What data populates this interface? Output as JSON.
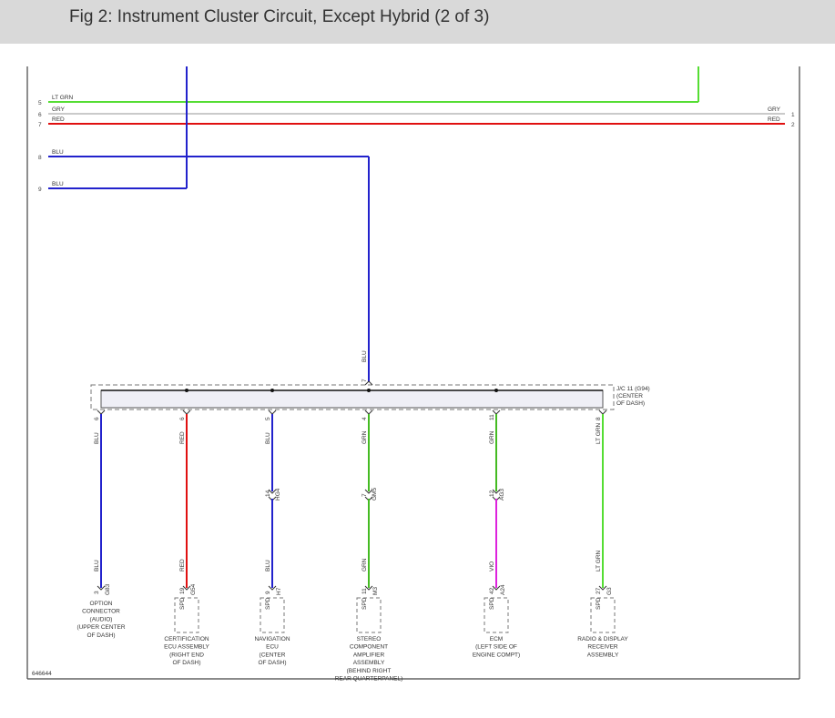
{
  "header": {
    "title": "Fig 2: Instrument Cluster Circuit, Except Hybrid (2 of 3)"
  },
  "colors": {
    "blu": "#2222cc",
    "red": "#e01010",
    "grn": "#44bb22",
    "lt_grn": "#55dd33",
    "vio": "#dd22dd",
    "gry": "#aaaaaa"
  },
  "top_wires": {
    "left_pins": [
      "5",
      "6",
      "7",
      "8",
      "9"
    ],
    "right_pins": [
      "1",
      "2"
    ],
    "labels": {
      "lt_grn": "LT GRN",
      "gry_left": "GRY",
      "red_left": "RED",
      "blu_8": "BLU",
      "blu_9": "BLU",
      "gry_right": "GRY",
      "red_right": "RED"
    }
  },
  "junction": {
    "name_lines": [
      "J/C 11 (G94)",
      "(CENTER",
      "OF DASH)"
    ],
    "input_pin": "7",
    "input_color": "BLU"
  },
  "branches": [
    {
      "pin": "6",
      "color_top": "BLU",
      "color_bottom": "BLU",
      "mid_pin": "",
      "mid_conn": "",
      "end_pin": "3",
      "end_conn": "G83",
      "spd": false,
      "label_lines": [
        "OPTION",
        "CONNECTOR",
        "(AUDIO)",
        "(UPPER CENTER",
        "OF DASH)"
      ]
    },
    {
      "pin": "6",
      "color_top": "RED",
      "color_bottom": "RED",
      "mid_pin": "",
      "mid_conn": "",
      "end_pin": "19",
      "end_conn": "G54",
      "spd": true,
      "label_lines": [
        "CERTIFICATION",
        "ECU ASSEMBLY",
        "(RIGHT END",
        "OF DASH)"
      ]
    },
    {
      "pin": "5",
      "color_top": "BLU",
      "color_bottom": "BLU",
      "mid_pin": "14",
      "mid_conn": "HG4",
      "end_pin": "9",
      "end_conn": "H7",
      "spd": true,
      "label_lines": [
        "NAVIGATION",
        "ECU",
        "(CENTER",
        "OF DASH)"
      ]
    },
    {
      "pin": "4",
      "color_top": "GRN",
      "color_bottom": "GRN",
      "mid_pin": "7",
      "mid_conn": "GM5",
      "end_pin": "11",
      "end_conn": "M3",
      "spd": true,
      "label_lines": [
        "STEREO",
        "COMPONENT",
        "AMPLIFIER",
        "ASSEMBLY",
        "(BEHIND RIGHT",
        "REAR QUARTERPANEL)"
      ]
    },
    {
      "pin": "11",
      "color_top": "GRN",
      "color_bottom": "VIO",
      "mid_pin": "12",
      "mid_conn": "AG3",
      "end_pin": "42",
      "end_conn": "A24",
      "spd": true,
      "label_lines": [
        "ECM",
        "(LEFT SIDE OF",
        "ENGINE COMPT)"
      ]
    },
    {
      "pin": "8",
      "color_top": "LT GRN",
      "color_bottom": "LT GRN",
      "mid_pin": "",
      "mid_conn": "",
      "end_pin": "27",
      "end_conn": "G3",
      "spd": true,
      "label_lines": [
        "RADIO & DISPLAY",
        "RECEIVER",
        "ASSEMBLY"
      ]
    }
  ],
  "spd_label": "SPD",
  "figure_id": "646644"
}
